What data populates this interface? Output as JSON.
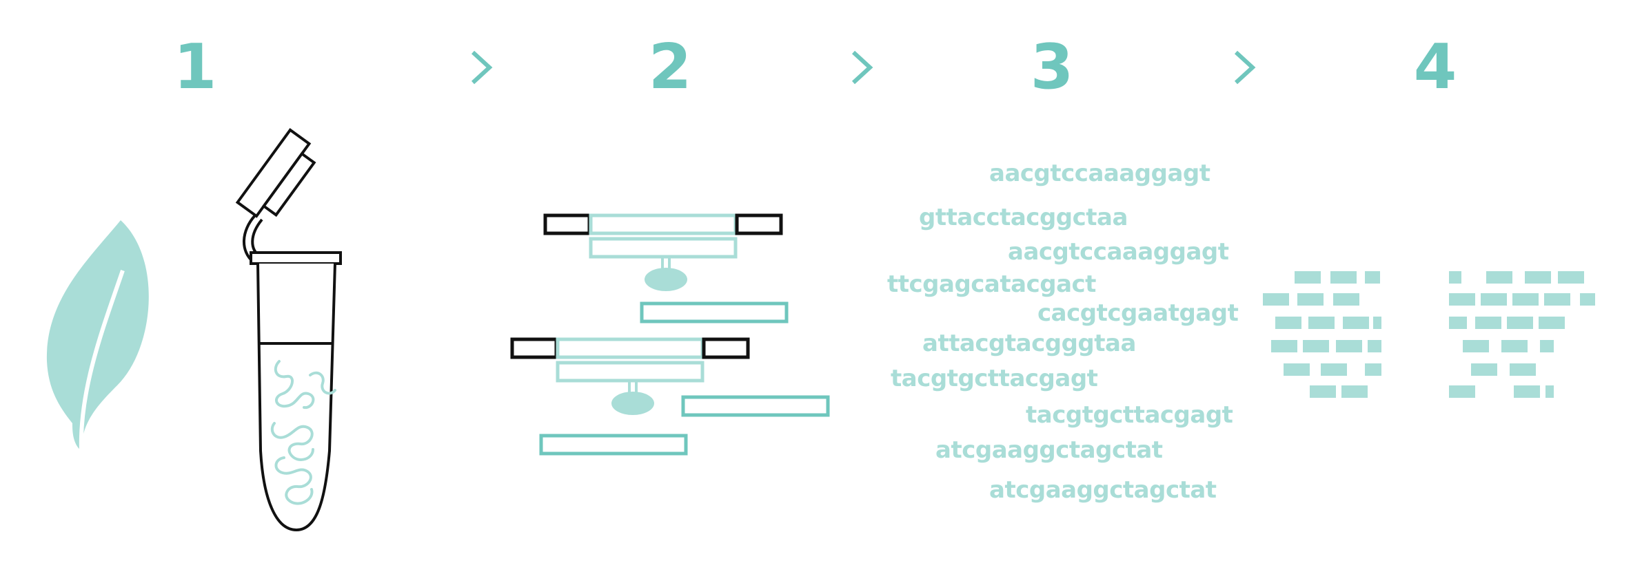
{
  "steps": [
    {
      "number": "1"
    },
    {
      "number": "2"
    },
    {
      "number": "3"
    },
    {
      "number": "4"
    }
  ],
  "colors": {
    "teal_dark": "#6fc6bd",
    "teal_light": "#a9ddd7",
    "outline": "#111111"
  },
  "icons": [
    "leaf-icon",
    "test-tube-icon",
    "chevron-right-icon",
    "sequencing-adapter-icon",
    "assembled-blocks-icon"
  ],
  "sequence_reads": [
    "aacgtccaaaggagt",
    "gttacctacggctaa",
    "aacgtccaaaggagt",
    "ttcgagcatacgact",
    "cacgtcgaatgagt",
    "attacgtacgggtaa",
    "tacgtgcttacgagt",
    "tacgtgcttacgagt",
    "atcgaaggctagctat",
    "atcgaaggctagctat"
  ]
}
